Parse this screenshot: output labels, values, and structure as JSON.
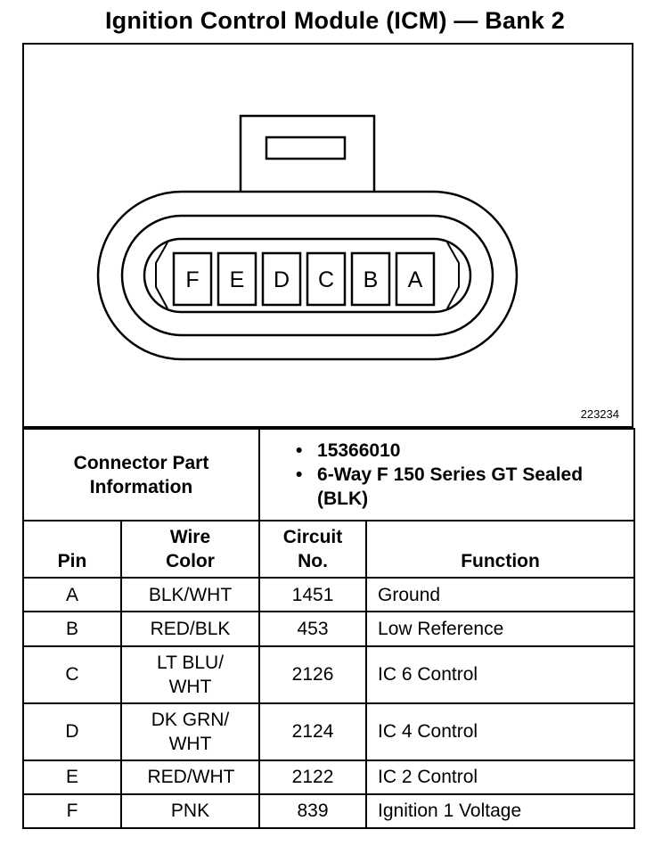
{
  "title": "Ignition Control Module (ICM) — Bank 2",
  "figure_id": "223234",
  "connector_pins": [
    "F",
    "E",
    "D",
    "C",
    "B",
    "A"
  ],
  "connector_info": {
    "label": "Connector Part Information",
    "items": [
      "15366010",
      "6-Way F 150 Series GT Sealed (BLK)"
    ]
  },
  "columns": {
    "pin": "Pin",
    "wire_color": "Wire Color",
    "circuit": "Circuit No.",
    "function": "Function"
  },
  "rows": [
    {
      "pin": "A",
      "wire_color": "BLK/WHT",
      "circuit": "1451",
      "function": "Ground"
    },
    {
      "pin": "B",
      "wire_color": "RED/BLK",
      "circuit": "453",
      "function": "Low Reference"
    },
    {
      "pin": "C",
      "wire_color": "LT BLU/ WHT",
      "circuit": "2126",
      "function": "IC 6 Control"
    },
    {
      "pin": "D",
      "wire_color": "DK GRN/ WHT",
      "circuit": "2124",
      "function": "IC 4 Control"
    },
    {
      "pin": "E",
      "wire_color": "RED/WHT",
      "circuit": "2122",
      "function": "IC 2 Control"
    },
    {
      "pin": "F",
      "wire_color": "PNK",
      "circuit": "839",
      "function": "Ignition 1 Voltage"
    }
  ]
}
